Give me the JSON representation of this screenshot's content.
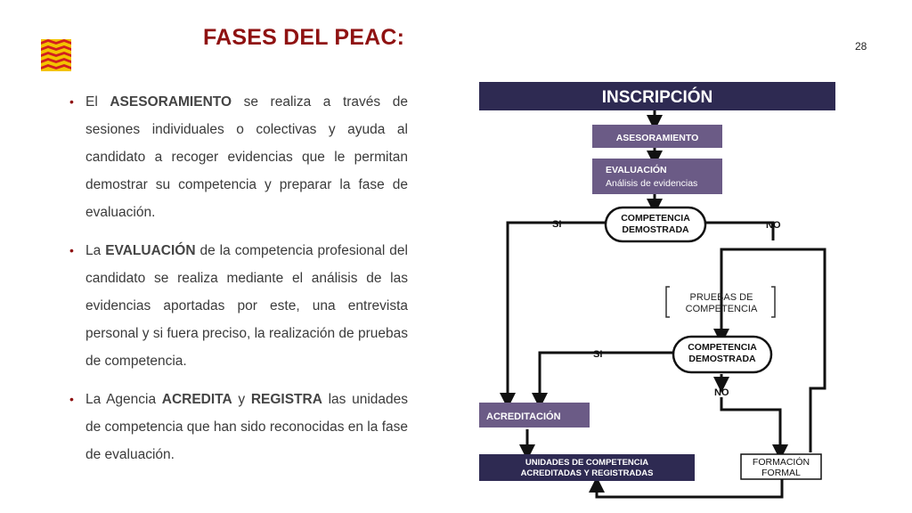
{
  "header": {
    "title": "FASES DEL PEAC:",
    "page_number": "28"
  },
  "bullets": [
    {
      "pre": "El ",
      "bold": "ASESORAMIENTO",
      "post": " se realiza a través de sesiones individuales o colectivas y ayuda al candidato a recoger evidencias que le permitan demostrar su competencia y preparar la fase de evaluación."
    },
    {
      "pre": "La ",
      "bold": "EVALUACIÓN",
      "post": " de la competencia profesional del candidato se realiza mediante el análisis de las evidencias aportadas por este, una entrevista personal y si fuera preciso, la realización de pruebas de competencia."
    },
    {
      "pre": "La Agencia ",
      "bold": "ACREDITA",
      "mid": " y ",
      "bold2": "REGISTRA",
      "post": " las unidades de competencia que han sido reconocidas en la fase de evaluación."
    }
  ],
  "flowchart": {
    "inscripcion": "INSCRIPCIÓN",
    "asesoramiento": "ASESORAMIENTO",
    "evaluacion_title": "EVALUACIÓN",
    "evaluacion_sub": "Análisis de evidencias",
    "competencia_1_line1": "COMPETENCIA",
    "competencia_1_line2": "DEMOSTRADA",
    "si_1": "SI",
    "no_1": "NO",
    "pruebas_line1": "PRUEBAS DE",
    "pruebas_line2": "COMPETENCIA",
    "competencia_2_line1": "COMPETENCIA",
    "competencia_2_line2": "DEMOSTRADA",
    "si_2": "SI",
    "no_2": "NO",
    "acreditacion": "ACREDITACIÓN",
    "unidades_line1": "UNIDADES DE COMPETENCIA",
    "unidades_line2": "ACREDITADAS Y REGISTRADAS",
    "formacion_line1": "FORMACIÓN",
    "formacion_line2": "FORMAL"
  },
  "colors": {
    "title_red": "#8f1212",
    "navy": "#2e2a52",
    "purple": "#6b5b86",
    "logo_yellow": "#f3c300",
    "logo_red": "#d21f1f"
  }
}
